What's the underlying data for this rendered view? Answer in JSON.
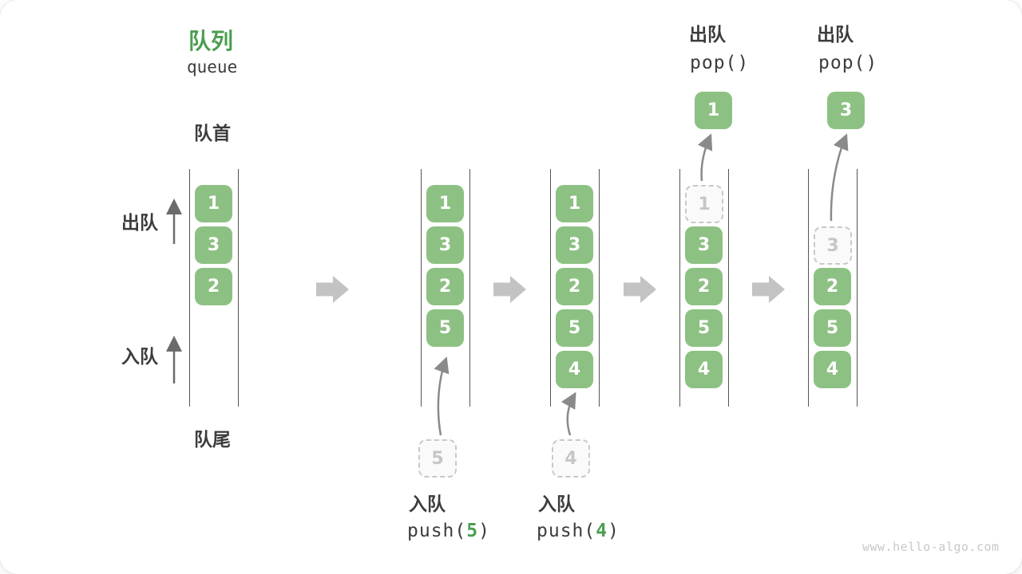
{
  "title": {
    "zh": "队列",
    "en": "queue"
  },
  "side_labels": {
    "front": "队首",
    "rear": "队尾",
    "dequeue": "出队",
    "enqueue": "入队"
  },
  "watermark": "www.hello-algo.com",
  "colors": {
    "box_green": "#8dc183",
    "accent_green": "#4c9e50",
    "ghost_gray": "#c9c9c9",
    "curve_arrow_gray": "#8a8a8a",
    "block_arrow_gray": "#c3c3c3",
    "line_dark": "#555555",
    "text_dark": "#3c3c3c"
  },
  "columns": [
    {
      "items": [
        "1",
        "3",
        "2"
      ]
    },
    {
      "items": [
        "1",
        "3",
        "2",
        "5"
      ],
      "pending": "5",
      "op": {
        "action": "入队",
        "code": [
          "push(",
          "5",
          ")"
        ]
      }
    },
    {
      "items": [
        "1",
        "3",
        "2",
        "5",
        "4"
      ],
      "pending": "4",
      "op": {
        "action": "入队",
        "code": [
          "push(",
          "4",
          ")"
        ]
      }
    },
    {
      "ghost": "1",
      "items": [
        "3",
        "2",
        "5",
        "4"
      ],
      "popped": "1",
      "op": {
        "action": "出队",
        "code": [
          "pop()"
        ]
      }
    },
    {
      "ghost": "3",
      "items": [
        "2",
        "5",
        "4"
      ],
      "popped": "3",
      "op": {
        "action": "出队",
        "code": [
          "pop()"
        ]
      }
    }
  ]
}
